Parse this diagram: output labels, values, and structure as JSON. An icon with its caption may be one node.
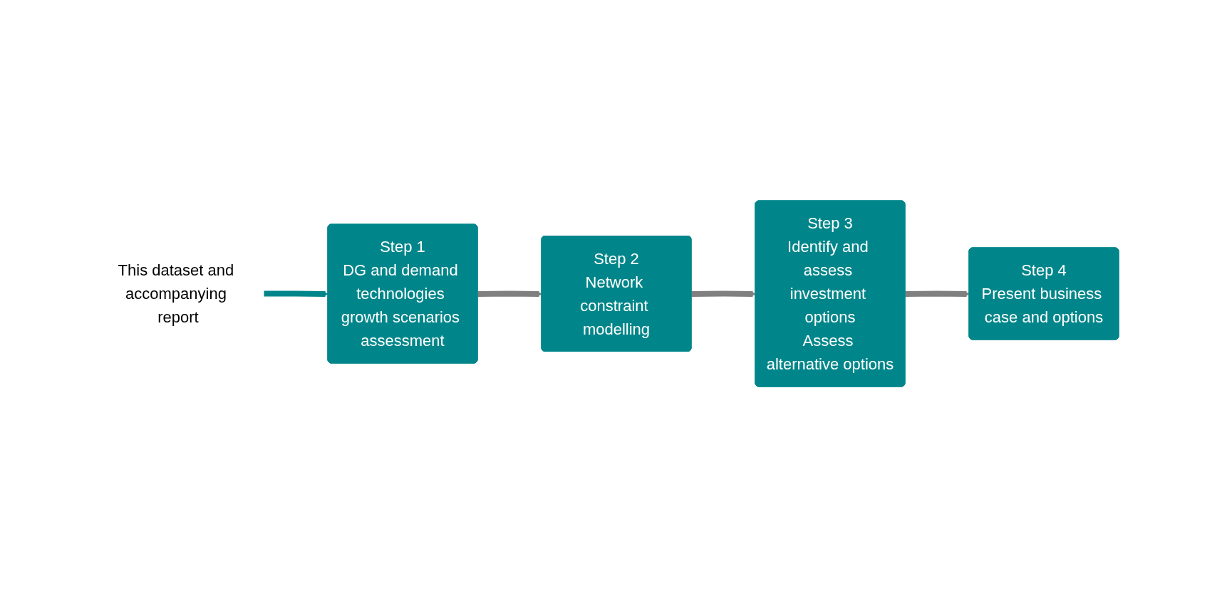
{
  "diagram": {
    "nodes": [
      {
        "text": [
          "Step 1",
          "DG and demand technologies growth scenarios assessment"
        ]
      },
      {
        "text": [
          "Step 2",
          "Network constraint modelling"
        ]
      },
      {
        "text": [
          "Step 3",
          "Identify and assess investment options",
          "Assess alternative options"
        ]
      },
      {
        "text": [
          "Step 4",
          "Present business case and options"
        ]
      },
      {
        "text": [
          "This dataset and accompanying report"
        ]
      }
    ],
    "edges": [
      {
        "from": 0,
        "to": 1,
        "arrow": "to"
      },
      {
        "from": 1,
        "to": 2,
        "arrow": "to"
      },
      {
        "from": 2,
        "to": 3,
        "arrow": "to"
      },
      {
        "from": 4,
        "to": 0,
        "arrow": "to",
        "color": "#00868a"
      }
    ]
  }
}
